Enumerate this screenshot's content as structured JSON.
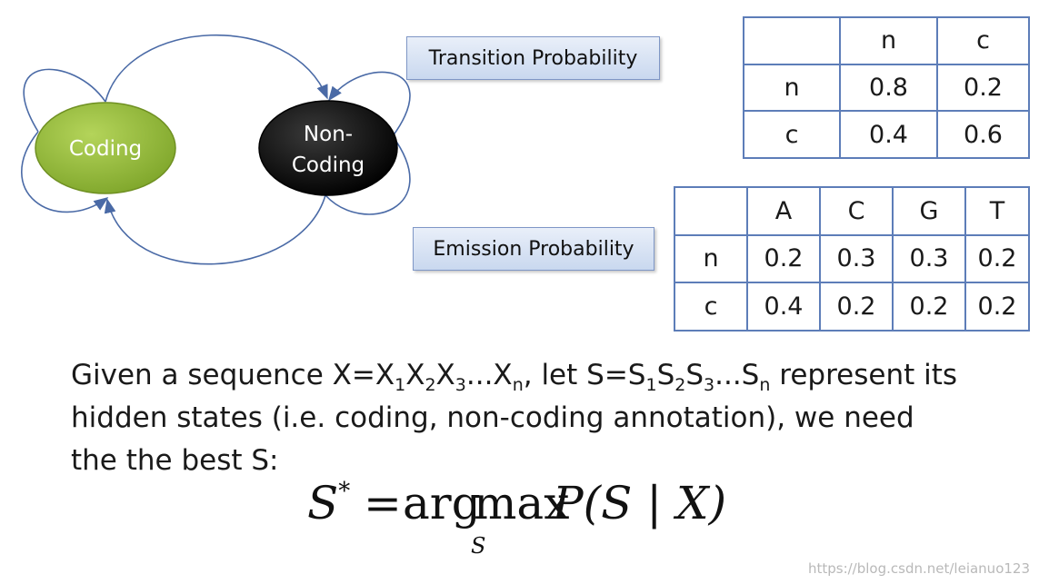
{
  "states": {
    "coding": "Coding",
    "noncoding_line1": "Non-",
    "noncoding_line2": "Coding"
  },
  "labels": {
    "transition": "Transition Probability",
    "emission": "Emission Probability"
  },
  "transition_table": {
    "columns": [
      "",
      "n",
      "c"
    ],
    "rows": [
      [
        "n",
        "0.8",
        "0.2"
      ],
      [
        "c",
        "0.4",
        "0.6"
      ]
    ]
  },
  "emission_table": {
    "columns": [
      "",
      "A",
      "C",
      "G",
      "T"
    ],
    "rows": [
      [
        "n",
        "0.2",
        "0.3",
        "0.3",
        "0.2"
      ],
      [
        "c",
        "0.4",
        "0.2",
        "0.2",
        "0.2"
      ]
    ]
  },
  "text": {
    "l1_a": "Given a sequence X=X",
    "sub_1": "1",
    "t_x": "X",
    "sub_2": "2",
    "t_x2": "X",
    "sub_3": "3",
    "t_dots": "...X",
    "sub_n": "n",
    "l1_b": ", let S=S",
    "s_sub_1": "1",
    "s_s": "S",
    "s_sub_2": "2",
    "s_s2": "S",
    "s_sub_3": "3",
    "s_dots": "...S",
    "s_sub_n": "n",
    "l1_c": " represent its",
    "line2": "hidden states (i.e. coding, non-coding annotation), we need",
    "line3": "the the best S:"
  },
  "formula": {
    "lhs": "S",
    "star": "*",
    "eq": "=",
    "arg": "arg",
    "max": "max",
    "rhs": "P(S | X)",
    "under": "S"
  },
  "watermark": "https://blog.csdn.net/leianuo123",
  "colors": {
    "coding": "#8fb43a",
    "noncoding": "#0a0a0a",
    "arrow": "#4a6aa6",
    "table_border": "#5d7db8"
  }
}
